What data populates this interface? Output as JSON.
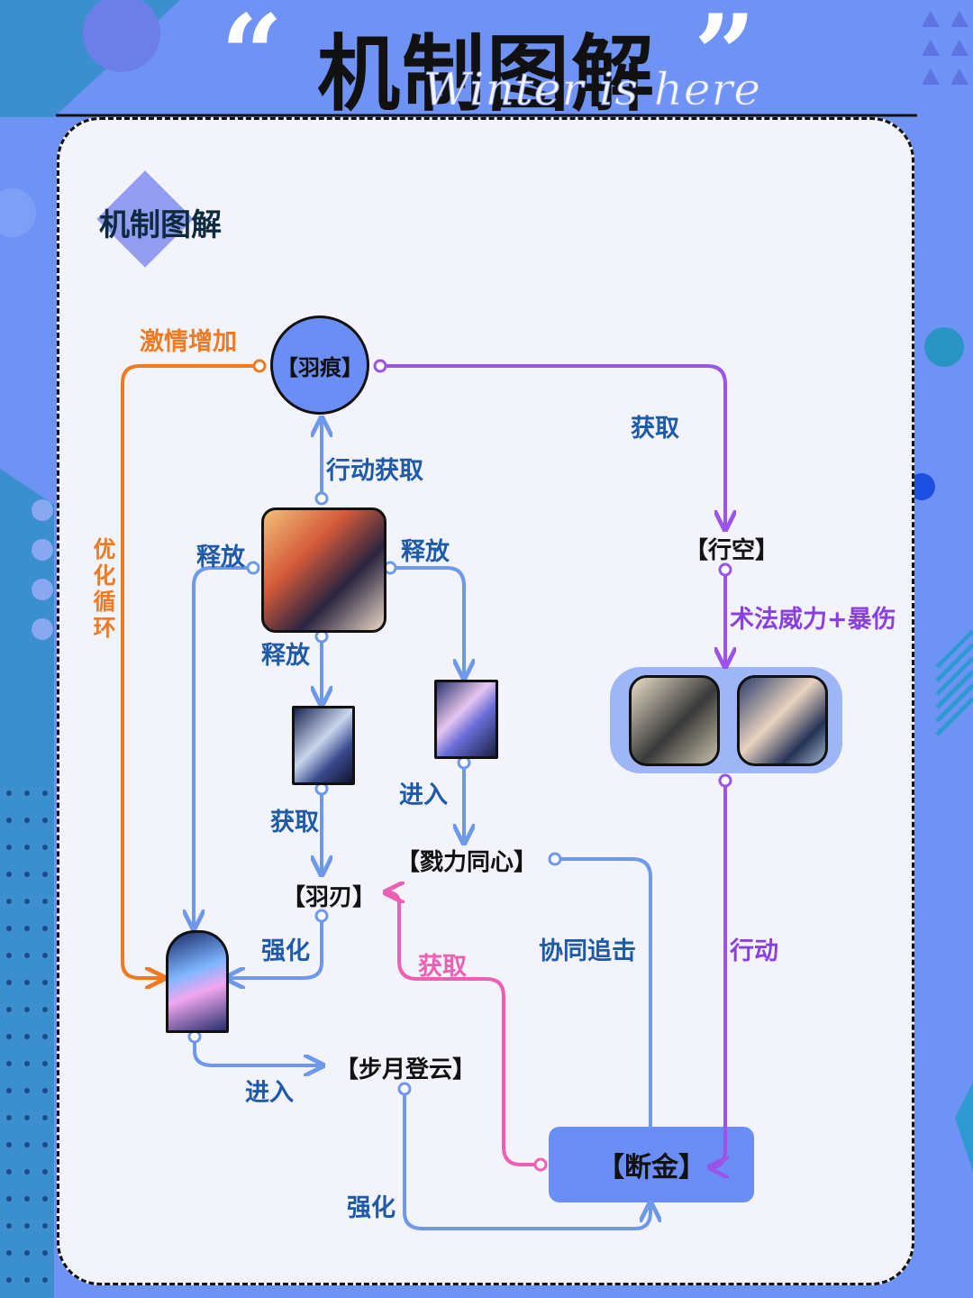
{
  "header": {
    "title": "机制图解",
    "subtitle": "Winter is here",
    "open_quote": "“",
    "close_quote": "”"
  },
  "section": {
    "title": "机制图解"
  },
  "nodes": {
    "yuhen": "【羽痕】",
    "xingkong": "【行空】",
    "lili": "【戮力同心】",
    "yuren": "【羽刃】",
    "buyue": "【步月登云】",
    "duanjin": "【断金】"
  },
  "labels": {
    "passion_increase": "激情增加",
    "optimize_cycle": "优化循环",
    "action_gain": "行动获取",
    "release_left": "释放",
    "release_right": "释放",
    "release_down": "释放",
    "gain_top_right": "获取",
    "spell_crit": "术法威力+暴伤",
    "enter_right": "进入",
    "gain_left": "获取",
    "strengthen_left": "强化",
    "gain_pink": "获取",
    "coop_chase": "协同追击",
    "action_right": "行动",
    "enter_bottom": "进入",
    "strengthen_bottom": "强化"
  },
  "colors": {
    "blue_line": "#6e98ea",
    "purple_line": "#9a55e8",
    "orange_line": "#f07a22",
    "pink_line": "#ec5fb2",
    "node_fill": "#6a8ef5"
  },
  "icons": [
    "character-portrait-main",
    "skill-card-left",
    "skill-card-right",
    "arch-skill-icon",
    "ally-portrait-1",
    "ally-portrait-2"
  ]
}
